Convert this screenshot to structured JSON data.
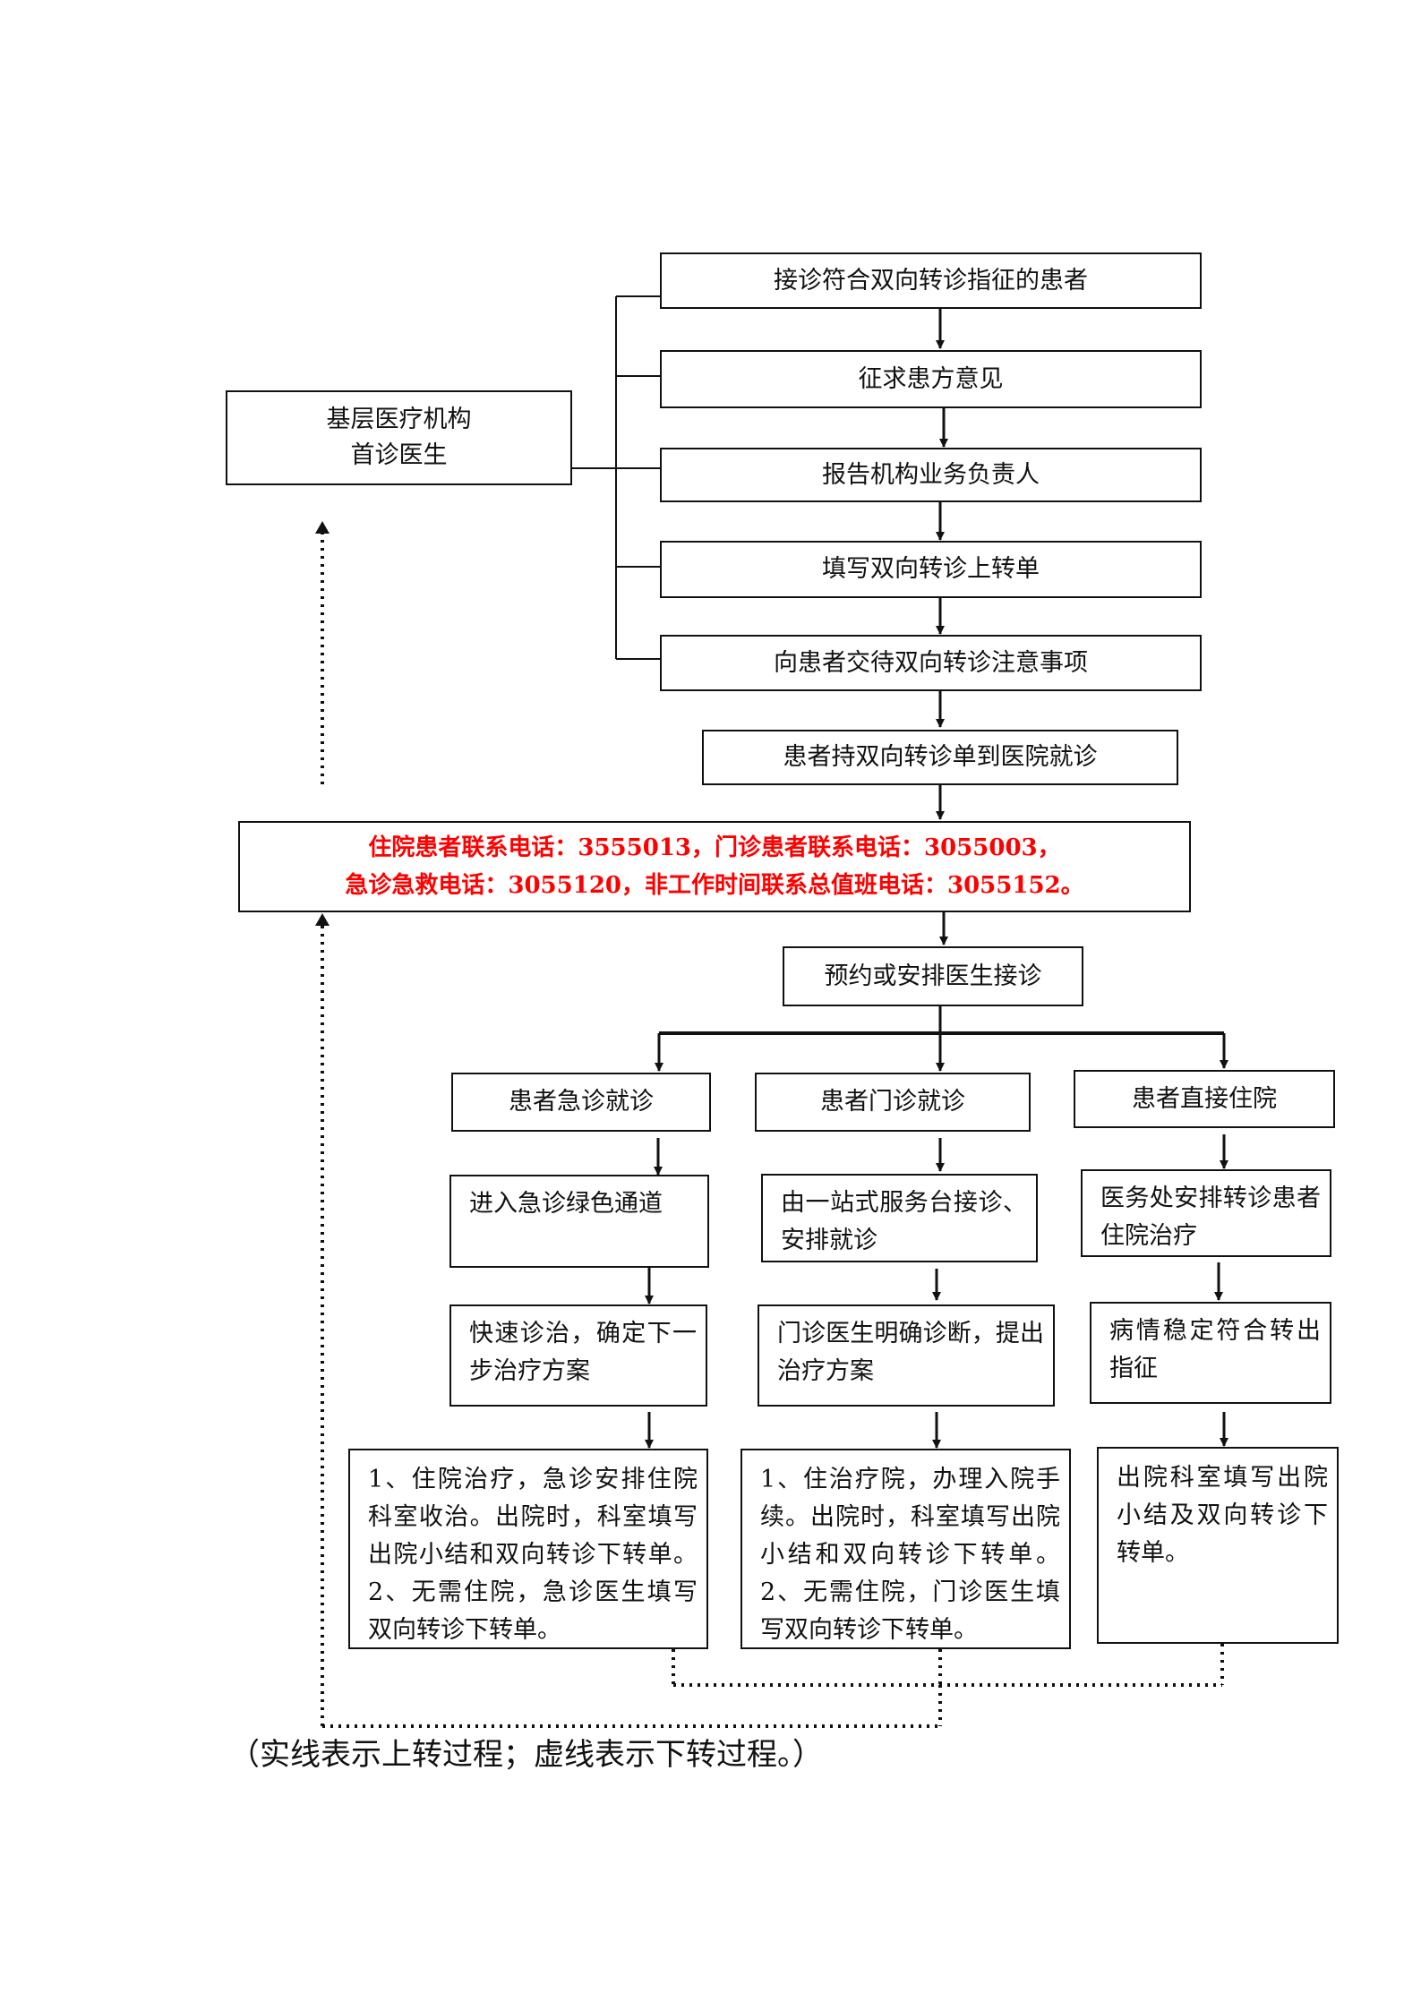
{
  "primary_doctor": {
    "line1": "基层医疗机构",
    "line2": "首诊医生"
  },
  "upward_steps": [
    "接诊符合双向转诊指征的患者",
    "征求患方意见",
    "报告机构业务负责人",
    "填写双向转诊上转单",
    "向患者交待双向转诊注意事项",
    "患者持双向转诊单到医院就诊"
  ],
  "contact": {
    "line1": "住院患者联系电话：3555013，门诊患者联系电话：3055003，",
    "line2": "急诊急救电话：3055120，非工作时间联系总值班电话：3055152。",
    "color": "#ff0000"
  },
  "appointment": "预约或安排医生接诊",
  "branches": {
    "emergency": {
      "title": "患者急诊就诊",
      "step1": "进入急诊绿色通道",
      "step2": "快速诊治，确定下一步治疗方案",
      "step3_p1": "1、住院治疗，急诊安排住院科室收治。出院时，科室填写出院小结和双向转诊下转单。",
      "step3_p2": "2、无需住院，急诊医生填写双向转诊下转单。"
    },
    "outpatient": {
      "title": "患者门诊就诊",
      "step1": "由一站式服务台接诊、安排就诊",
      "step2": "门诊医生明确诊断，提出治疗方案",
      "step3_p1": "1、住治疗院，办理入院手续。出院时，科室填写出院小结和双向转诊下转单。",
      "step3_p2": "2、无需住院，门诊医生填写双向转诊下转单。"
    },
    "inpatient": {
      "title": "患者直接住院",
      "step1": "医务处安排转诊患者住院治疗",
      "step2": "病情稳定符合转出指征",
      "step3": "出院科室填写出院小结及双向转诊下转单。"
    }
  },
  "legend_note": "（实线表示上转过程；虚线表示下转过程。）"
}
